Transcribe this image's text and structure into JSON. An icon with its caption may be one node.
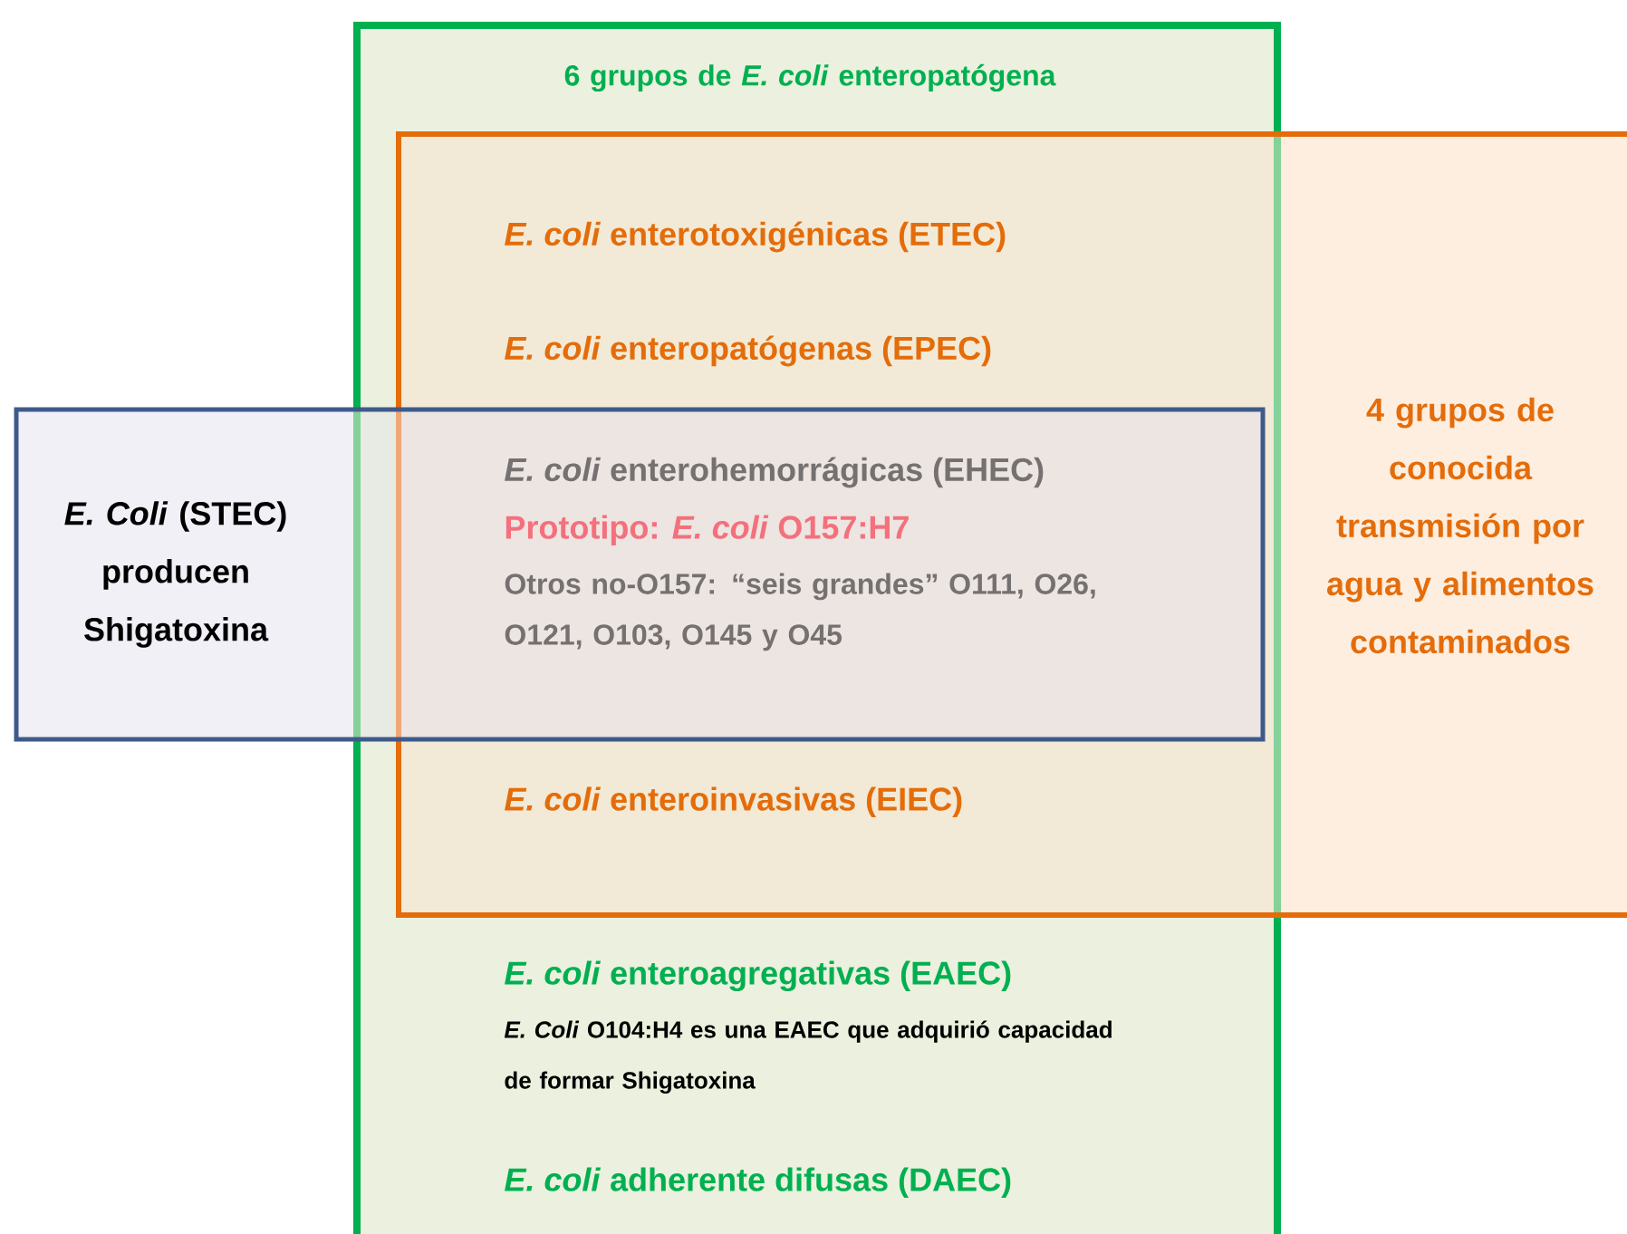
{
  "diagram": {
    "nodes": [
      {
        "text": [
          "6 grupos de *E. coli* enteropatógena"
        ]
      },
      {
        "text": [
          "4 grupos de conocida transmisión por agua y alimentos contaminados"
        ]
      },
      {
        "text": [
          "*E. Coli* (STEC) producen Shigatoxina"
        ]
      }
    ],
    "labels": [
      "*E. coli* enterotoxigénicas (ETEC)",
      "*E. coli* enteropatógenas (EPEC)",
      "*E. coli* enterohemorrágicas  (EHEC)",
      "Prototipo: *E. coli* O157:H7",
      "Otros no-O157: “seis grandes” O111, O26, O121, O103, O145 y O45",
      "*E. coli* enteroinvasivas (EIEC)",
      "*E. coli* enteroagregativas (EAEC)",
      "*E. Coli* O104:H4 es una EAEC que adquirió capacidad de formar Shigatoxina",
      "*E. coli* adherente difusas (DAEC)"
    ]
  }
}
